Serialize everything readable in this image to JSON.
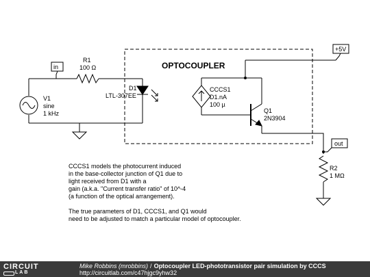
{
  "diagram": {
    "box_title": "OPTOCOUPLER",
    "components": {
      "v1": {
        "name": "V1",
        "line2": "sine",
        "line3": "1 kHz"
      },
      "r1": {
        "name": "R1",
        "value": "100 Ω"
      },
      "d1": {
        "name": "D1",
        "part": "LTL-307EE"
      },
      "cccs1": {
        "name": "CCCS1",
        "expr": "D1.nA",
        "gain": "100 µ"
      },
      "q1": {
        "name": "Q1",
        "part": "2N3904"
      },
      "r2": {
        "name": "R2",
        "value": "1 MΩ"
      }
    },
    "nodes": {
      "in": "in",
      "vcc": "+5V",
      "out": "out"
    },
    "notes": [
      "CCCS1 models the photocurrent induced",
      "in the base-collector junction of Q1 due to",
      "light received from D1 with a",
      "gain (a.k.a. \"Current transfer ratio\" of 10^-4",
      "(a function of the optical arrangement).",
      "",
      "The true parameters of D1, CCCS1, and Q1 would",
      "need to be adjusted to match a particular model of optocoupler."
    ]
  },
  "footer": {
    "logo_top": "CIRCUIT",
    "logo_bottom": "LAB",
    "author": "Mike Robbins (mrobbins)",
    "separator": "/",
    "title": "Optocoupler LED-phototransistor pair simulation by CCCS",
    "url": "http://circuitlab.com/c47hjgc9yhw32"
  }
}
